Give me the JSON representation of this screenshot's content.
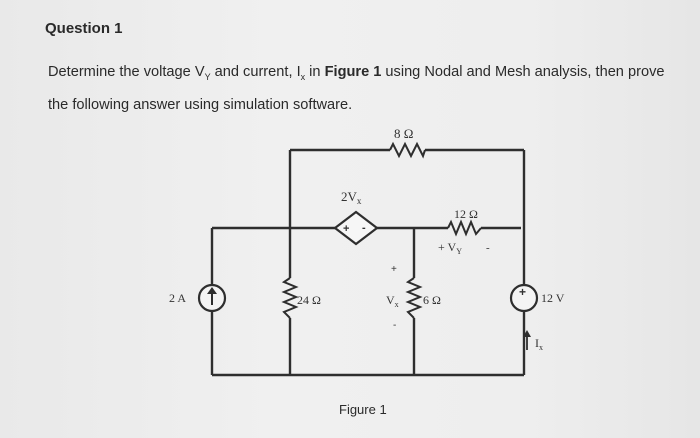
{
  "question": {
    "title": "Question 1",
    "line1_a": "Determine the voltage V",
    "line1_sub_y": "Y",
    "line1_b": " and current, I",
    "line1_sub_x": "x",
    "line1_c": " in ",
    "figure_ref": "Figure 1",
    "line1_d": " using Nodal and Mesh analysis, then prove",
    "line2": "the following answer using simulation software."
  },
  "circuit": {
    "r_top": "8 Ω",
    "r_mid": "12 Ω",
    "r_shunt": "24 Ω",
    "r_vert": "6 Ω",
    "dep_source": "2V",
    "dep_source_sub": "x",
    "current_source": "2 A",
    "voltage_source": "12 V",
    "vx_label": "V",
    "vx_sub": "x",
    "vy_label": "+ V",
    "vy_sub": "Y",
    "vy_minus": "-",
    "vx_plus": "+",
    "vx_minus": "-",
    "ix_label": "I",
    "ix_sub": "x",
    "src_plus": "+",
    "src_minus": "-"
  },
  "figure_caption": "Figure 1"
}
